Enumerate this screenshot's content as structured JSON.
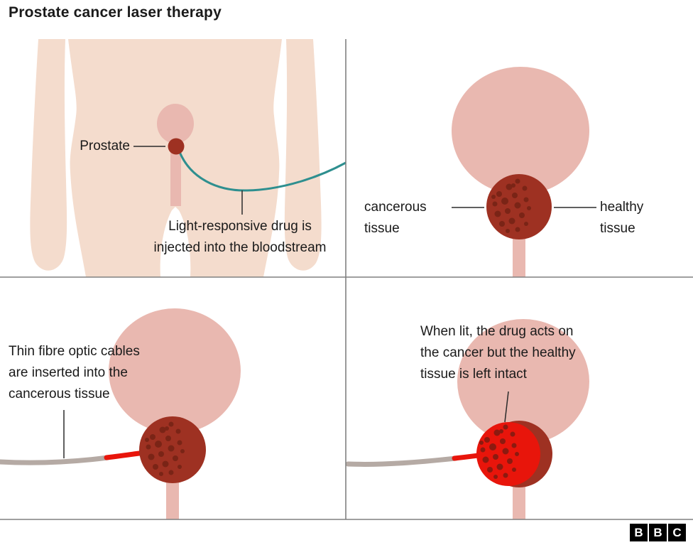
{
  "title": "Prostate cancer laser therapy",
  "colors": {
    "background": "#ffffff",
    "skin": "#f4dccd",
    "organ_pink": "#e9b8b0",
    "prostate_dark": "#9e3122",
    "speckle": "#7a2416",
    "speckle_on_red": "#8c1a10",
    "teal": "#2e8f8f",
    "cable_gray": "#b5aaa4",
    "laser_red": "#e8150b",
    "line_gray": "#808080",
    "pointer_dark": "#2b2b2b",
    "text": "#1a1a1a"
  },
  "panel_injection": {
    "prostate_label": "Prostate",
    "caption": "Light-responsive drug is\ninjected into the bloodstream"
  },
  "panel_tissue": {
    "cancerous_label": "cancerous\ntissue",
    "healthy_label": "healthy\ntissue"
  },
  "panel_fibre": {
    "caption": "Thin fibre optic cables\nare inserted into the\ncancerous tissue"
  },
  "panel_laser": {
    "caption": "When lit, the drug acts on\nthe cancer but the healthy\ntissue is left intact"
  },
  "logo": [
    "B",
    "B",
    "C"
  ]
}
